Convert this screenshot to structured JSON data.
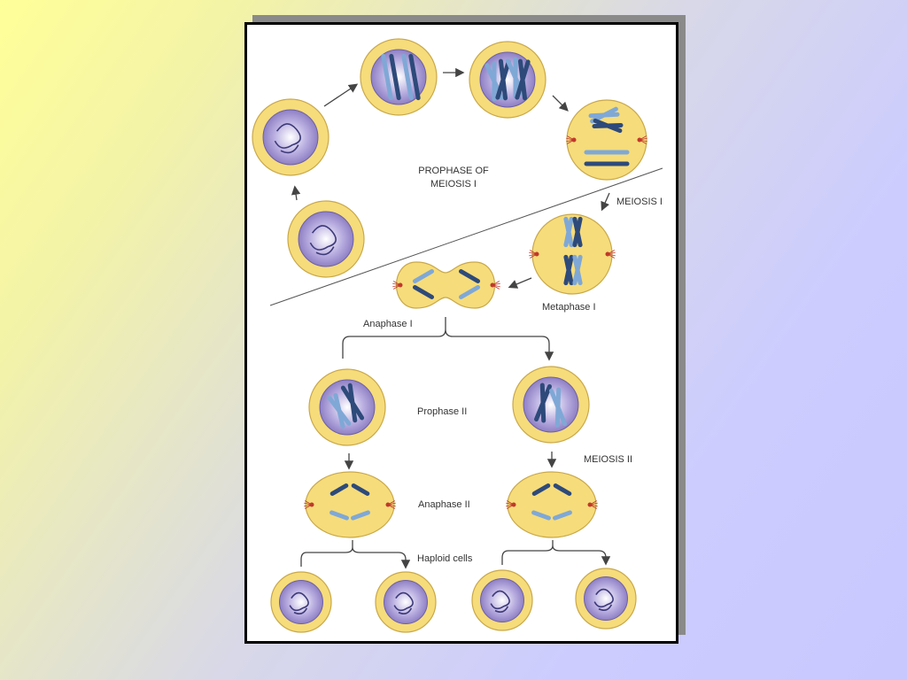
{
  "diagram": {
    "labels": {
      "prophase_line1": "PROPHASE OF",
      "prophase_line2": "MEIOSIS I",
      "meiosis_1": "MEIOSIS I",
      "metaphase_1": "Metaphase I",
      "anaphase_1": "Anaphase I",
      "prophase_2": "Prophase II",
      "meiosis_2": "MEIOSIS II",
      "anaphase_2": "Anaphase II",
      "haploid_cells": "Haploid cells"
    },
    "colors": {
      "cell_ring": "#f6dc7a",
      "cell_outline": "#c9a84a",
      "nucleus": "#a597cf",
      "chromosome_dark": "#2d4a7a",
      "chromosome_light": "#7fa8d6",
      "spindle": "#c0392b"
    }
  }
}
